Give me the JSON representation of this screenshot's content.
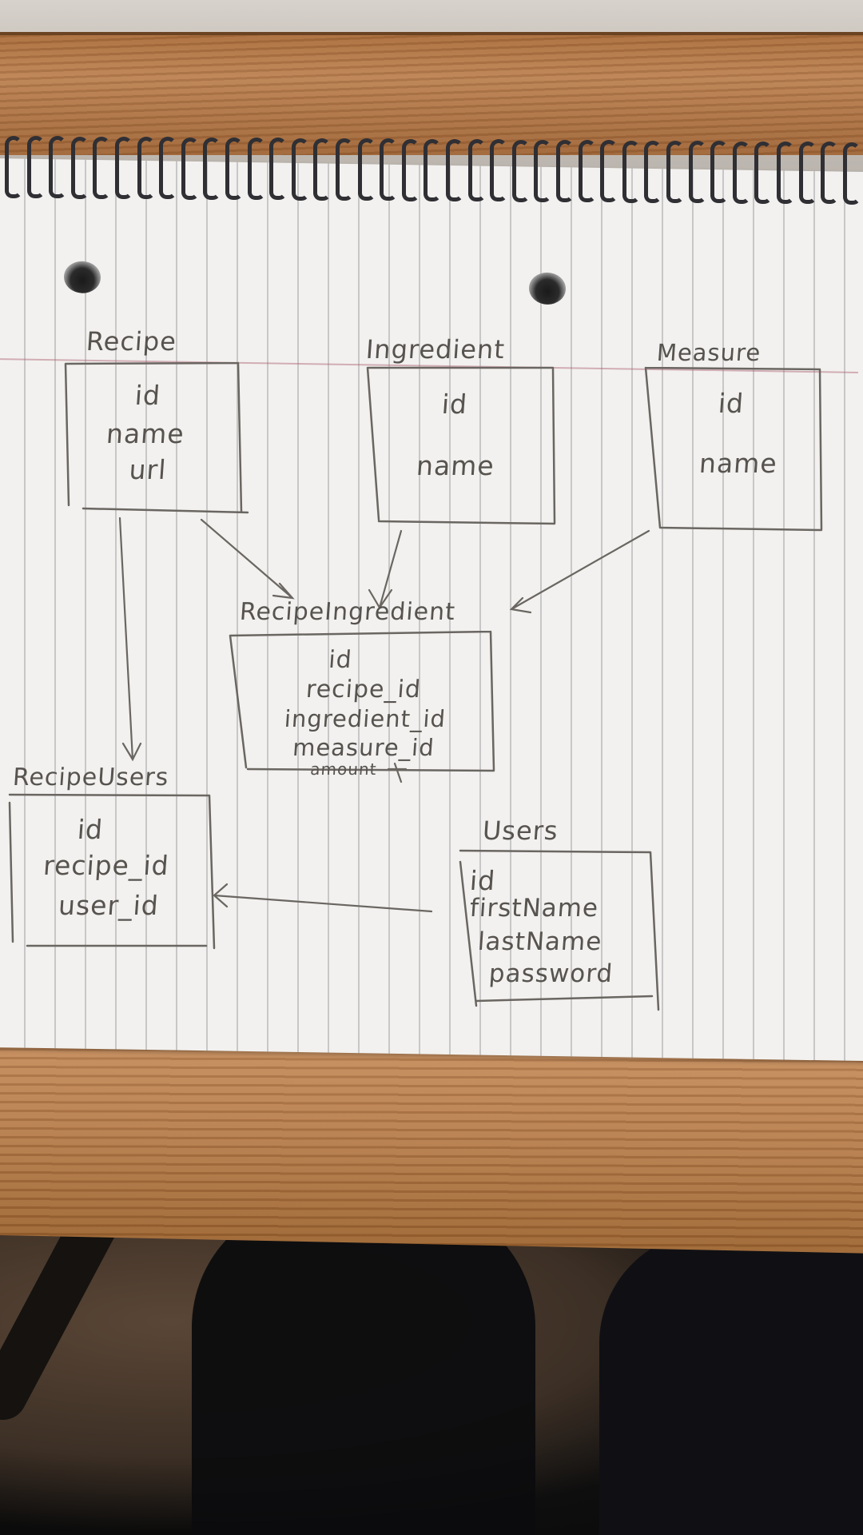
{
  "diagram": {
    "entities": [
      {
        "key": "recipe",
        "title": "Recipe",
        "fields": [
          "id",
          "name",
          "url"
        ]
      },
      {
        "key": "ingredient",
        "title": "Ingredient",
        "fields": [
          "id",
          "name"
        ]
      },
      {
        "key": "measure",
        "title": "Measure",
        "fields": [
          "id",
          "name"
        ]
      },
      {
        "key": "recipe_ingredient",
        "title": "RecipeIngredient",
        "fields": [
          "id",
          "recipe_id",
          "ingredient_id",
          "measure_id",
          "amount"
        ]
      },
      {
        "key": "recipe_users",
        "title": "RecipeUsers",
        "fields": [
          "id",
          "recipe_id",
          "user_id"
        ]
      },
      {
        "key": "users",
        "title": "Users",
        "fields": [
          "id",
          "firstName",
          "lastName",
          "password"
        ]
      }
    ],
    "relations": [
      {
        "from": "recipe",
        "to": "recipe_ingredient"
      },
      {
        "from": "ingredient",
        "to": "recipe_ingredient"
      },
      {
        "from": "measure",
        "to": "recipe_ingredient"
      },
      {
        "from": "recipe",
        "to": "recipe_users"
      },
      {
        "from": "users",
        "to": "recipe_users"
      }
    ]
  },
  "colors": {
    "pencil": "#57534f",
    "paper": "#f2f1ef",
    "wood": "#b27a4b"
  }
}
